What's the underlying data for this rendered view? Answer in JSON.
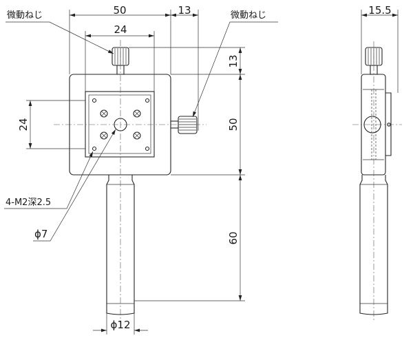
{
  "front_view": {
    "dims": {
      "width_50": "50",
      "width_24": "24",
      "offset_13_top": "13",
      "offset_13_right": "13",
      "height_24": "24",
      "height_50": "50",
      "handle_60": "60",
      "dia_12": "ϕ12",
      "dia_7": "ϕ7"
    },
    "callouts": {
      "fine_screw_left": "微動ねじ",
      "fine_screw_right": "微動ねじ",
      "tapped_holes": "4-M2深2.5"
    }
  },
  "side_view": {
    "dims": {
      "thickness": "15.5"
    }
  }
}
